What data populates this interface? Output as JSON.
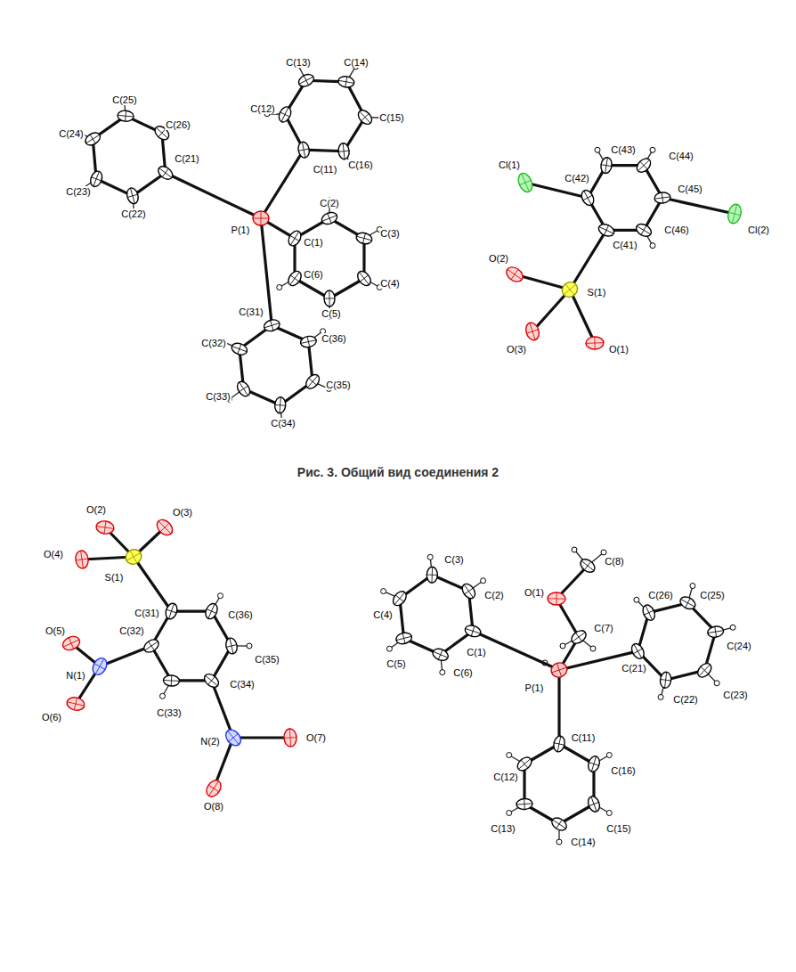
{
  "diagram": {
    "caption": "Рис. 3. Общий вид соединения 2",
    "labels": [
      "C(13)",
      "C(14)",
      "C(25)",
      "C(12)",
      "C(15)",
      "C(26)",
      "C(24)",
      "C(16)",
      "C(11)",
      "C(23)",
      "C(21)",
      "P(1)",
      "C(22)",
      "C(1)",
      "C(2)",
      "C(6)",
      "C(4)",
      "C(3)",
      "C(5)",
      "C(31)",
      "C(36)",
      "C(32)",
      "C(35)",
      "C(33)",
      "C(34)",
      "Cl(1)",
      "C(43)",
      "C(44)",
      "C(42)",
      "C(45)",
      "O(2)",
      "C(41)",
      "Cl(2)",
      "C(46)",
      "S(1)",
      "O(3)",
      "O(1)",
      "O(2)",
      "O(3)",
      "O(4)",
      "S(1)",
      "C(31)",
      "C(36)",
      "O(5)",
      "C(35)",
      "N(1)",
      "C(32)",
      "O(6)",
      "C(33)",
      "C(34)",
      "N(2)",
      "O(7)",
      "O(8)",
      "C(3)",
      "C(4)",
      "C(8)",
      "C(25)",
      "C(24)",
      "C(2)",
      "C(5)",
      "O(1)",
      "C(26)",
      "C(21)",
      "C(6)",
      "C(1)",
      "P(1)",
      "C(7)",
      "C(23)",
      "C(22)",
      "C(11)",
      "C(12)",
      "C(16)",
      "C(13)",
      "C(15)",
      "C(14)"
    ]
  }
}
